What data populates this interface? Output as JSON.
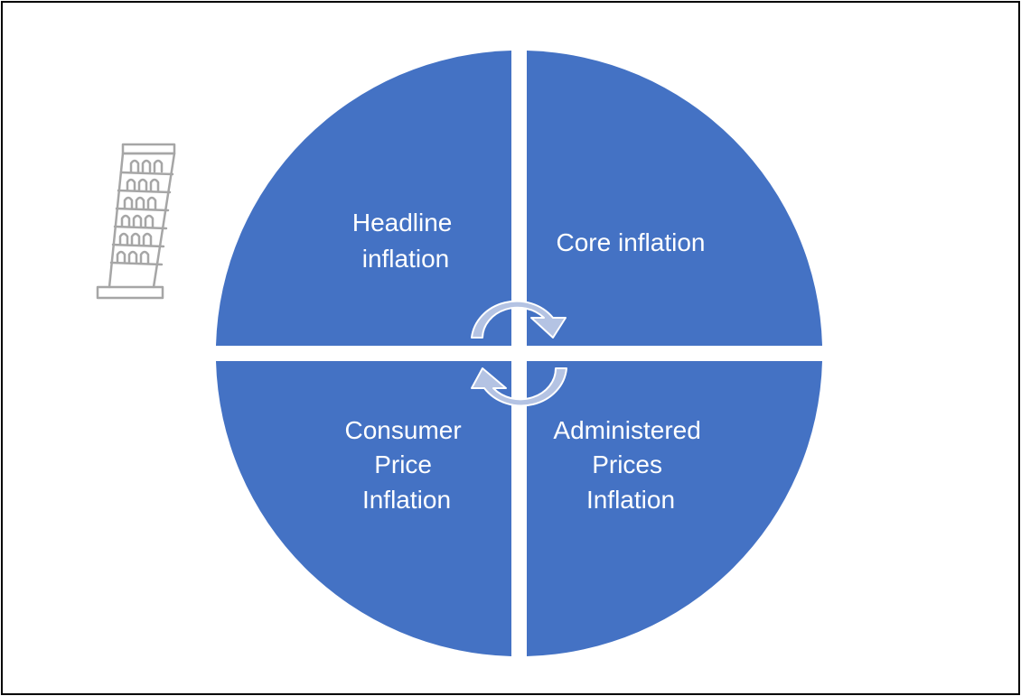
{
  "diagram": {
    "quadrants": [
      {
        "id": "top-left",
        "lines": [
          "Headline",
          "inflation"
        ]
      },
      {
        "id": "top-right",
        "lines": [
          "Core inflation"
        ]
      },
      {
        "id": "bottom-left",
        "lines": [
          "Consumer",
          "Price",
          "Inflation"
        ]
      },
      {
        "id": "bottom-right",
        "lines": [
          "Administered",
          "Prices",
          "Inflation"
        ]
      }
    ],
    "colors": {
      "quadrant_fill": "#4472C4",
      "cycle_arrow_fill": "#B4C3E3",
      "cycle_arrow_stroke": "#FFFFFF",
      "tower_stroke": "#A6A6A6",
      "frame_border": "#000000"
    },
    "icons": [
      "leaning-tower-icon",
      "cycle-arrow-clockwise-icon",
      "cycle-arrow-counterclockwise-icon"
    ]
  }
}
